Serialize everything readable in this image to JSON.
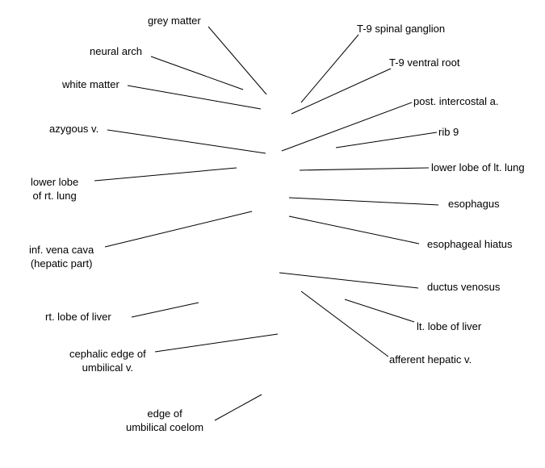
{
  "line_color": "#000000",
  "labels": {
    "grey_matter": "grey matter",
    "neural_arch": "neural arch",
    "white_matter": "white matter",
    "azygous_v": "azygous v.",
    "lower_lobe_rt_lung": [
      "lower lobe",
      "of rt. lung"
    ],
    "inf_vena_cava": [
      "inf. vena cava",
      "(hepatic part)"
    ],
    "rt_lobe_liver": "rt. lobe of liver",
    "cephalic_edge_umbilical_v": [
      "cephalic edge of",
      "umbilical v."
    ],
    "edge_umbilical_coelom": [
      "edge of",
      "umbilical coelom"
    ],
    "t9_spinal_ganglion": "T-9 spinal ganglion",
    "t9_ventral_root": "T-9 ventral root",
    "post_intercostal_a": "post. intercostal a.",
    "rib_9": "rib 9",
    "lower_lobe_lt_lung": "lower lobe of lt. lung",
    "esophagus": "esophagus",
    "esophageal_hiatus": "esophageal hiatus",
    "ductus_venosus": "ductus venosus",
    "lt_lobe_liver": "lt. lobe of liver",
    "afferent_hepatic_v": "afferent hepatic v."
  }
}
